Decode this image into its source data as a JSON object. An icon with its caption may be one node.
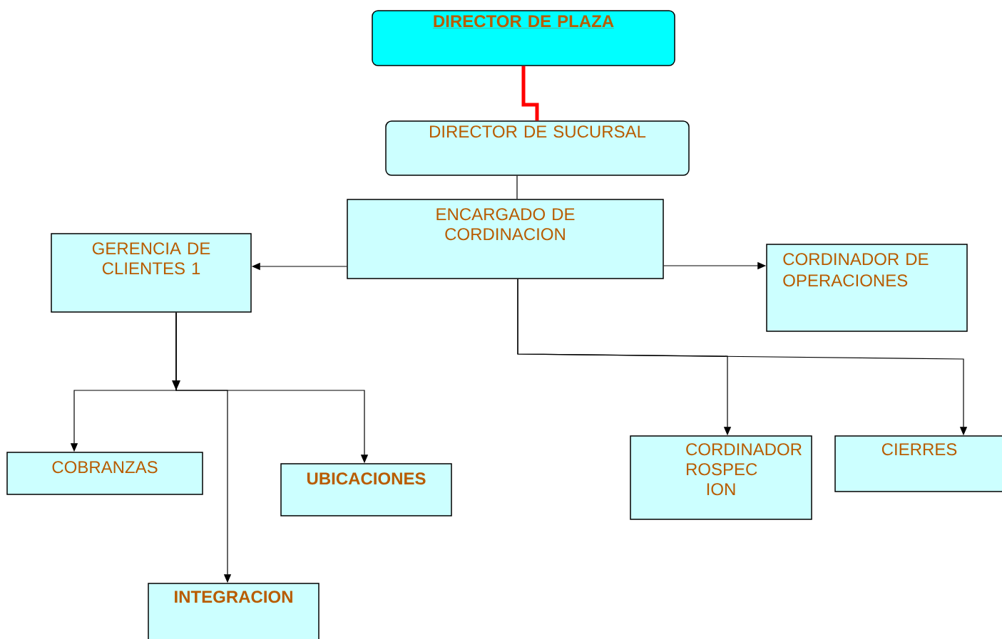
{
  "diagram": {
    "nodes": [
      {
        "text": [
          "DIRECTOR DE PLAZA"
        ]
      },
      {
        "text": [
          "DIRECTOR DE SUCURSAL"
        ]
      },
      {
        "text": [
          "ENCARGADO DE CORDINACION"
        ]
      },
      {
        "text": [
          "GERENCIA DE CLIENTES 1"
        ]
      },
      {
        "text": [
          "CORDINADOR DE OPERACIONES"
        ]
      },
      {
        "text": [
          "COBRANZAS"
        ]
      },
      {
        "text": [
          "UBICACIONES"
        ]
      },
      {
        "text": [
          "INTEGRACION"
        ]
      },
      {
        "text": [
          "CORDINADOR ROSPEC ION"
        ]
      },
      {
        "text": [
          "CIERRES"
        ]
      }
    ],
    "edges": [
      {
        "from": 0,
        "to": 1,
        "arrow": "none",
        "style": "thick",
        "color": "#ff0000"
      },
      {
        "from": 1,
        "to": 2,
        "arrow": "none"
      },
      {
        "from": 2,
        "to": 3,
        "arrow": "to"
      },
      {
        "from": 2,
        "to": 4,
        "arrow": "to"
      },
      {
        "from": 3,
        "to": 5,
        "arrow": "to"
      },
      {
        "from": 3,
        "to": 6,
        "arrow": "to"
      },
      {
        "from": 3,
        "to": 7,
        "arrow": "to"
      },
      {
        "from": 2,
        "to": 8,
        "arrow": "to"
      },
      {
        "from": 2,
        "to": 9,
        "arrow": "to"
      }
    ]
  }
}
